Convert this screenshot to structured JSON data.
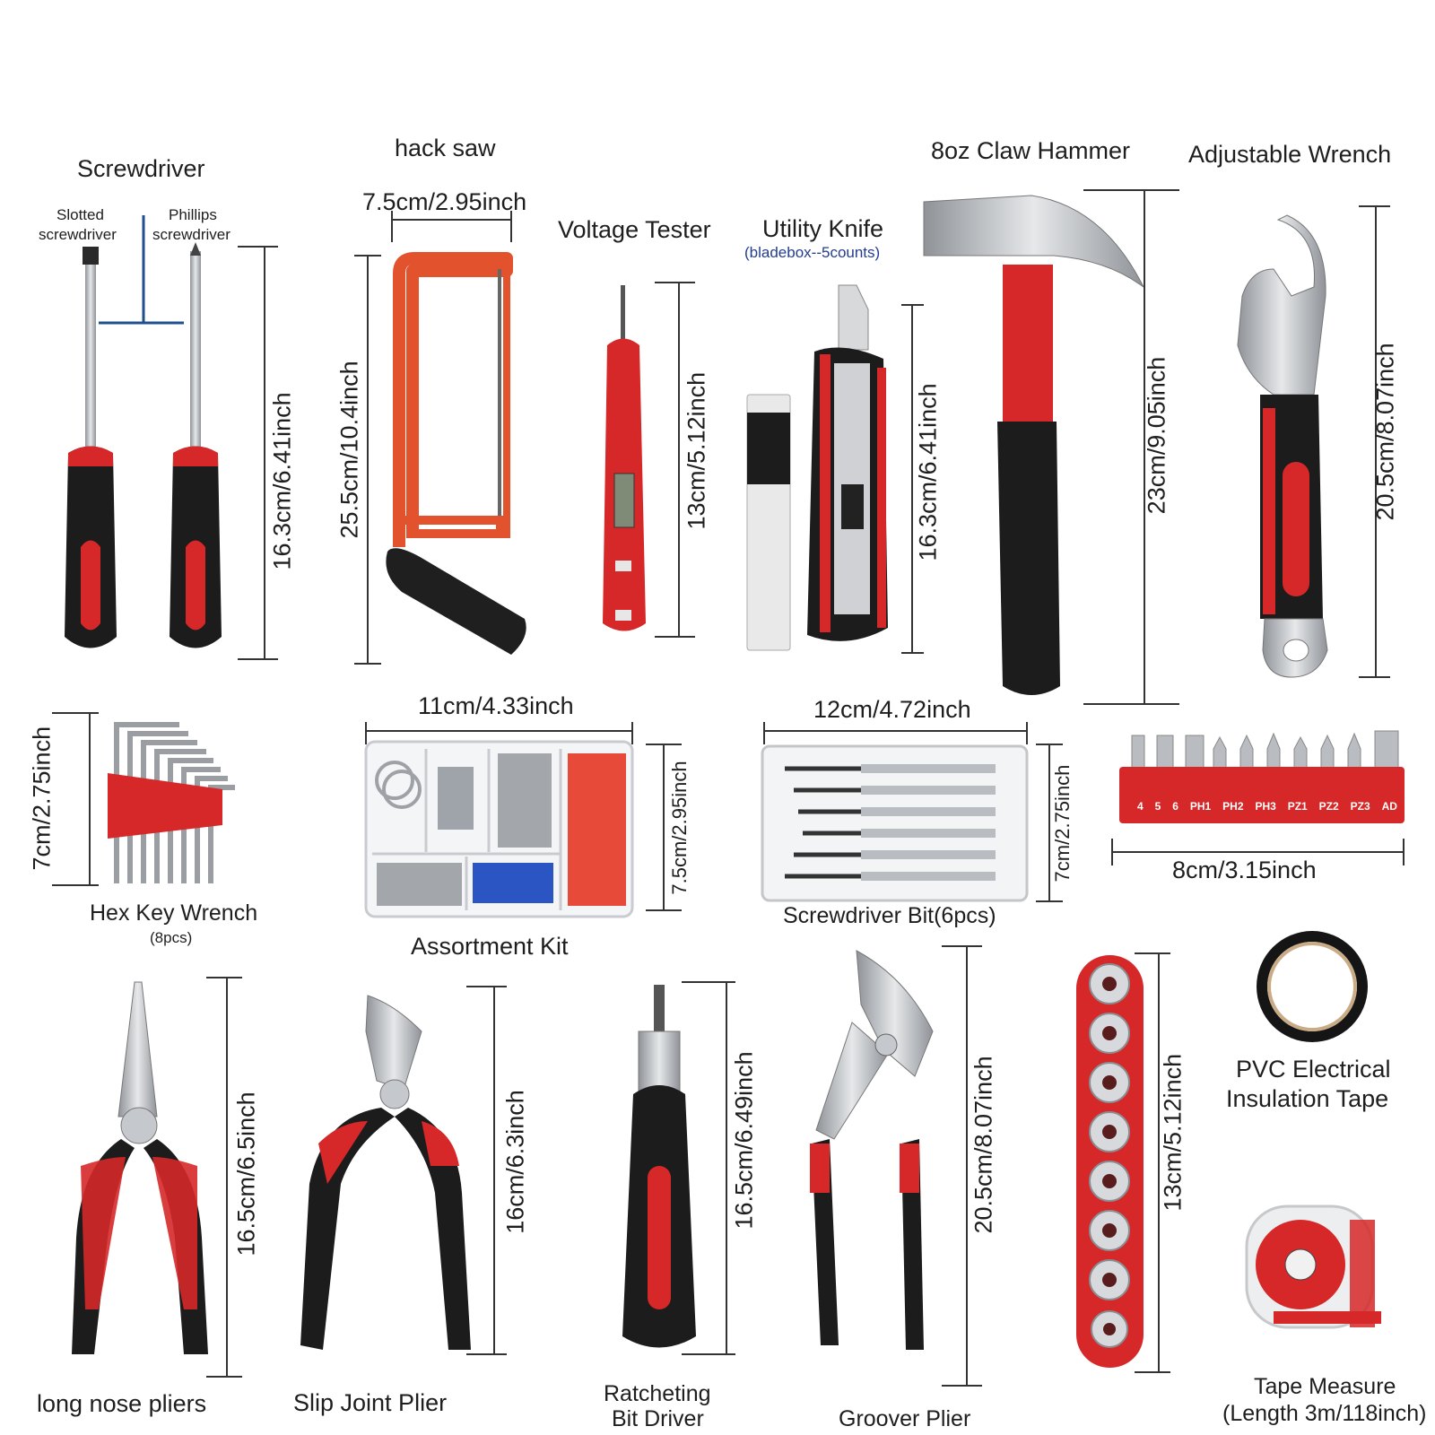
{
  "labels": {
    "screwdriver": "Screwdriver",
    "slotted": "Slotted",
    "slotted2": "screwdriver",
    "phillips": "Phillips",
    "phillips2": "screwdriver",
    "hacksaw": "hack saw",
    "voltage_tester": "Voltage Tester",
    "utility_knife": "Utility Knife",
    "utility_knife_sub": "(bladebox--5counts)",
    "claw_hammer": "8oz Claw Hammer",
    "adjustable_wrench": "Adjustable Wrench",
    "hex_key": "Hex Key Wrench",
    "hex_key_sub": "(8pcs)",
    "assortment_kit": "Assortment Kit",
    "screwdriver_bit": "Screwdriver Bit(6pcs)",
    "long_nose": "long nose pliers",
    "slip_joint": "Slip Joint Plier",
    "ratcheting1": "Ratcheting",
    "ratcheting2": "Bit Driver",
    "groover": "Groover Plier",
    "pvc1": "PVC Electrical",
    "pvc2": "Insulation Tape",
    "tape1": "Tape Measure",
    "tape2": "(Length 3m/118inch)"
  },
  "dimensions": {
    "screwdriver": "16.3cm/6.41inch",
    "hacksaw_width": "7.5cm/2.95inch",
    "hacksaw_height": "25.5cm/10.4inch",
    "voltage_tester": "13cm/5.12inch",
    "utility_knife": "16.3cm/6.41inch",
    "hammer": "23cm/9.05inch",
    "wrench": "20.5cm/8.07inch",
    "hex_key": "7cm/2.75inch",
    "assortment_width": "11cm/4.33inch",
    "assortment_height": "7.5cm/2.95inch",
    "bit_box_width": "12cm/4.72inch",
    "bit_box_height": "7cm/2.75inch",
    "bit_strip_width": "8cm/3.15inch",
    "long_nose": "16.5cm/6.5inch",
    "slip_joint": "16cm/6.3inch",
    "ratcheting": "16.5cm/6.49inch",
    "groover": "20.5cm/8.07inch",
    "socket_rail": "13cm/5.12inch"
  },
  "bit_labels": [
    "4",
    "5",
    "6",
    "PH1",
    "PH2",
    "PH3",
    "PZ1",
    "PZ2",
    "PZ3",
    "AD"
  ],
  "colors": {
    "red": "#d62828",
    "black": "#1c1c1c",
    "steel": "#b9bcc0",
    "saw_orange": "#e2532d"
  },
  "icons": [
    "screwdriver-icon",
    "hacksaw-icon",
    "voltage-tester-icon",
    "utility-knife-icon",
    "claw-hammer-icon",
    "adjustable-wrench-icon",
    "hex-key-icon",
    "assortment-box-icon",
    "precision-screwdriver-set-icon",
    "bit-strip-icon",
    "long-nose-pliers-icon",
    "slip-joint-plier-icon",
    "ratcheting-driver-icon",
    "groover-plier-icon",
    "socket-rail-icon",
    "electrical-tape-icon",
    "tape-measure-icon"
  ]
}
